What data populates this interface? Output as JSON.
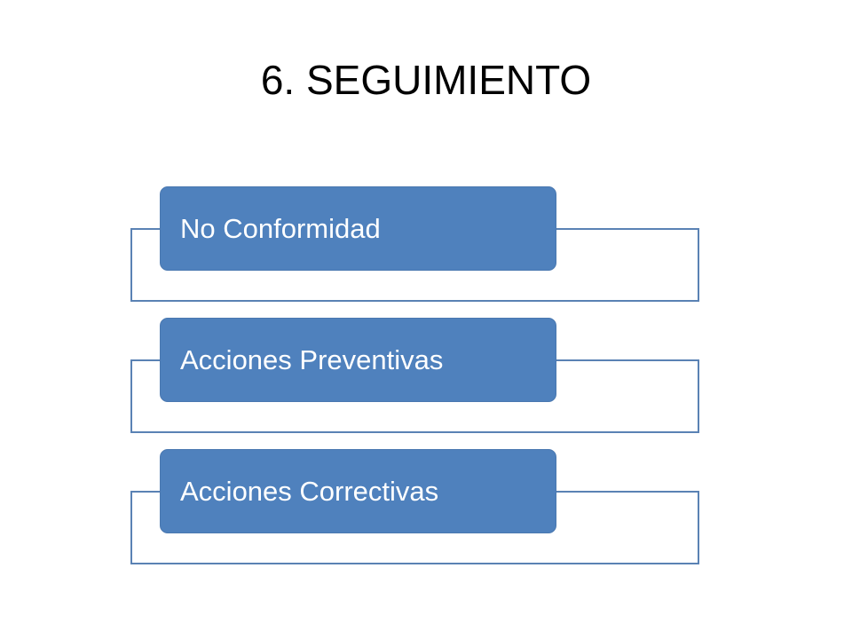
{
  "slide": {
    "title": "6. SEGUIMIENTO"
  },
  "diagram": {
    "items": [
      {
        "label": "No Conformidad"
      },
      {
        "label": "Acciones Preventivas"
      },
      {
        "label": "Acciones Correctivas"
      }
    ]
  },
  "colors": {
    "box_fill": "#4f81bd",
    "frame_stroke": "#5a82b4",
    "label_text": "#ffffff"
  }
}
